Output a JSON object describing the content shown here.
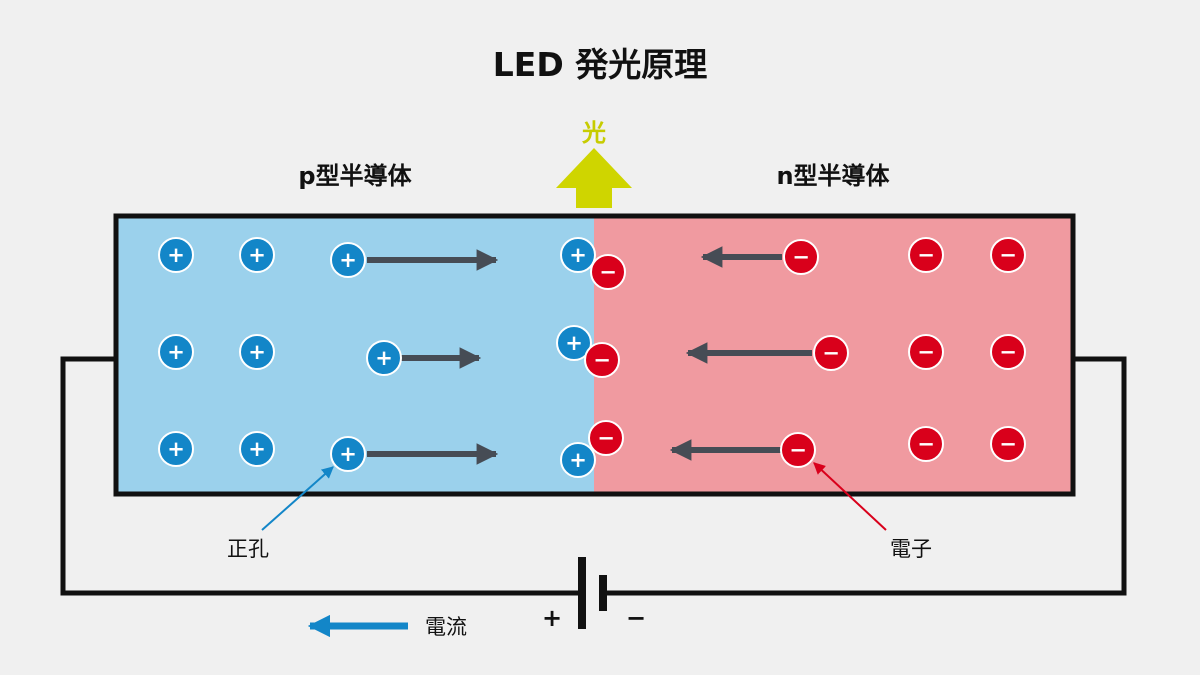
{
  "title": "LED 発光原理",
  "light_label": "光",
  "p_region": {
    "label": "p型半導体",
    "carrier_sign": "+",
    "carrier_name": "正孔"
  },
  "n_region": {
    "label": "n型半導体",
    "carrier_sign": "−",
    "carrier_name": "電子"
  },
  "battery": {
    "positive": "+",
    "negative": "−"
  },
  "current_label": "電流",
  "colors": {
    "background": "#f0f0f0",
    "p_fill": "#9bd1ec",
    "n_fill": "#f09aa0",
    "hole": "#1386c8",
    "electron": "#d9001b",
    "arrow": "#464c55",
    "light": "#cfd500",
    "wire": "#111111",
    "current_arrow": "#1386c8"
  }
}
